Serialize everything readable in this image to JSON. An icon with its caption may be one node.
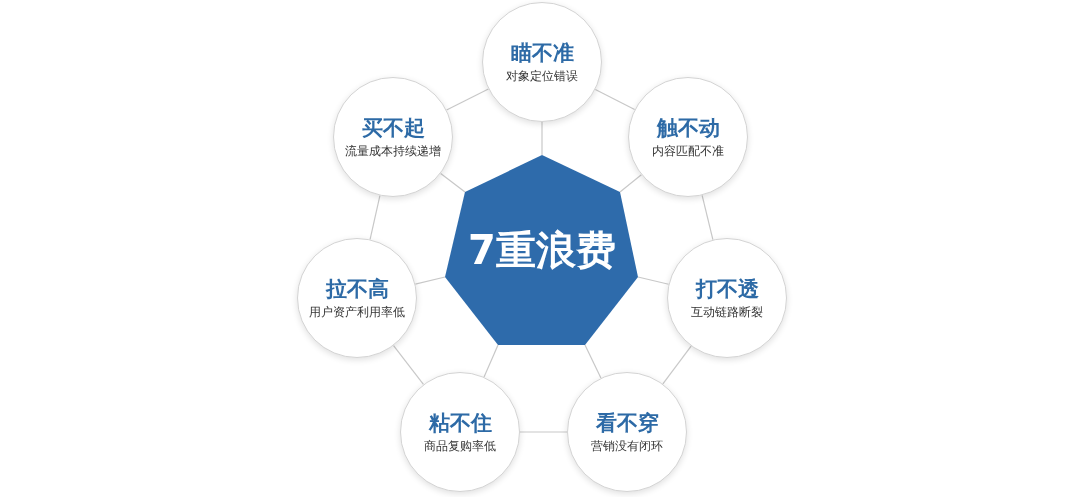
{
  "diagram": {
    "nodes": [
      {
        "text": [
          "7重浪费"
        ]
      },
      {
        "text": [
          "瞄不准",
          "对象定位错误"
        ]
      },
      {
        "text": [
          "触不动",
          "内容匹配不准"
        ]
      },
      {
        "text": [
          "打不透",
          "互动链路断裂"
        ]
      },
      {
        "text": [
          "看不穿",
          "营销没有闭环"
        ]
      },
      {
        "text": [
          "粘不住",
          "商品复购率低"
        ]
      },
      {
        "text": [
          "拉不高",
          "用户资产利用率低"
        ]
      },
      {
        "text": [
          "买不起",
          "流量成本持续递增"
        ]
      }
    ],
    "edges": [
      {
        "from": 0,
        "to": 1,
        "arrow": "none"
      },
      {
        "from": 0,
        "to": 2,
        "arrow": "none"
      },
      {
        "from": 0,
        "to": 3,
        "arrow": "none"
      },
      {
        "from": 0,
        "to": 4,
        "arrow": "none"
      },
      {
        "from": 0,
        "to": 5,
        "arrow": "none"
      },
      {
        "from": 0,
        "to": 6,
        "arrow": "none"
      },
      {
        "from": 0,
        "to": 7,
        "arrow": "none"
      },
      {
        "from": 1,
        "to": 2,
        "arrow": "none"
      },
      {
        "from": 2,
        "to": 3,
        "arrow": "none"
      },
      {
        "from": 3,
        "to": 4,
        "arrow": "none"
      },
      {
        "from": 4,
        "to": 5,
        "arrow": "none"
      },
      {
        "from": 5,
        "to": 6,
        "arrow": "none"
      },
      {
        "from": 6,
        "to": 7,
        "arrow": "none"
      },
      {
        "from": 7,
        "to": 1,
        "arrow": "none"
      }
    ]
  }
}
